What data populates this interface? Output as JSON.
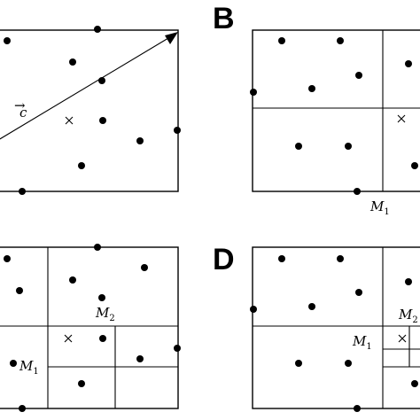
{
  "figure": {
    "panels": [
      {
        "id": "A",
        "letter": "",
        "vector_label": "c"
      },
      {
        "id": "B",
        "letter": "B",
        "labels": [
          "M1"
        ]
      },
      {
        "id": "C",
        "letter": "",
        "labels": [
          "M2",
          "M1"
        ]
      },
      {
        "id": "D",
        "letter": "D",
        "labels": [
          "M2",
          "M1"
        ]
      }
    ],
    "labels": {
      "B_m1": {
        "main": "M",
        "sub": "1"
      },
      "C_m2": {
        "main": "M",
        "sub": "2"
      },
      "C_m1": {
        "main": "M",
        "sub": "1"
      },
      "D_m2": {
        "main": "M",
        "sub": "2"
      },
      "D_m1": {
        "main": "M",
        "sub": "1"
      }
    },
    "vector": {
      "main": "c",
      "arrow": "→"
    }
  },
  "style": {
    "ink": "#000000",
    "background": "#ffffff"
  }
}
